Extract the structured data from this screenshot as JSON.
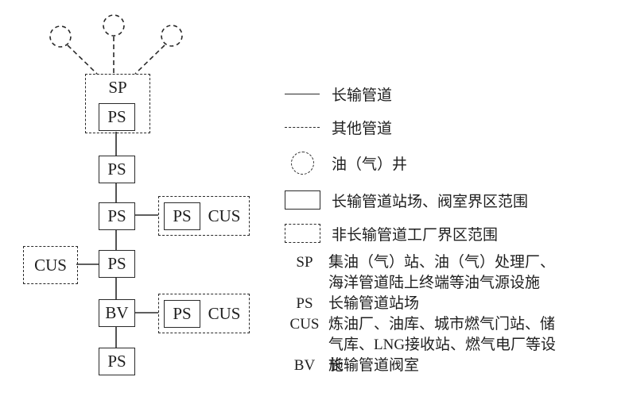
{
  "colors": {
    "ink": "#1f1f1f",
    "background": "#ffffff"
  },
  "diagram": {
    "sp": "SP",
    "ps": "PS",
    "bv": "BV",
    "cus": "CUS"
  },
  "legend": {
    "items": [
      {
        "symbol": "solid-line",
        "label": "长输管道"
      },
      {
        "symbol": "dashed-line",
        "label": "其他管道"
      },
      {
        "symbol": "dashed-circle",
        "label": "油（气）井"
      },
      {
        "symbol": "solid-rect",
        "label": "长输管道站场、阀室界区范围"
      },
      {
        "symbol": "dashed-rect",
        "label": "非长输管道工厂界区范围"
      }
    ],
    "abbreviations": [
      {
        "abbr": "SP",
        "desc": "集油（气）站、油（气）处理厂、海洋管道陆上终端等油气源设施"
      },
      {
        "abbr": "PS",
        "desc": "长输管道站场"
      },
      {
        "abbr": "CUS",
        "desc": "炼油厂、油库、城市燃气门站、储气库、LNG接收站、燃气电厂等设施"
      },
      {
        "abbr": "BV",
        "desc": "长输管道阀室"
      }
    ]
  }
}
